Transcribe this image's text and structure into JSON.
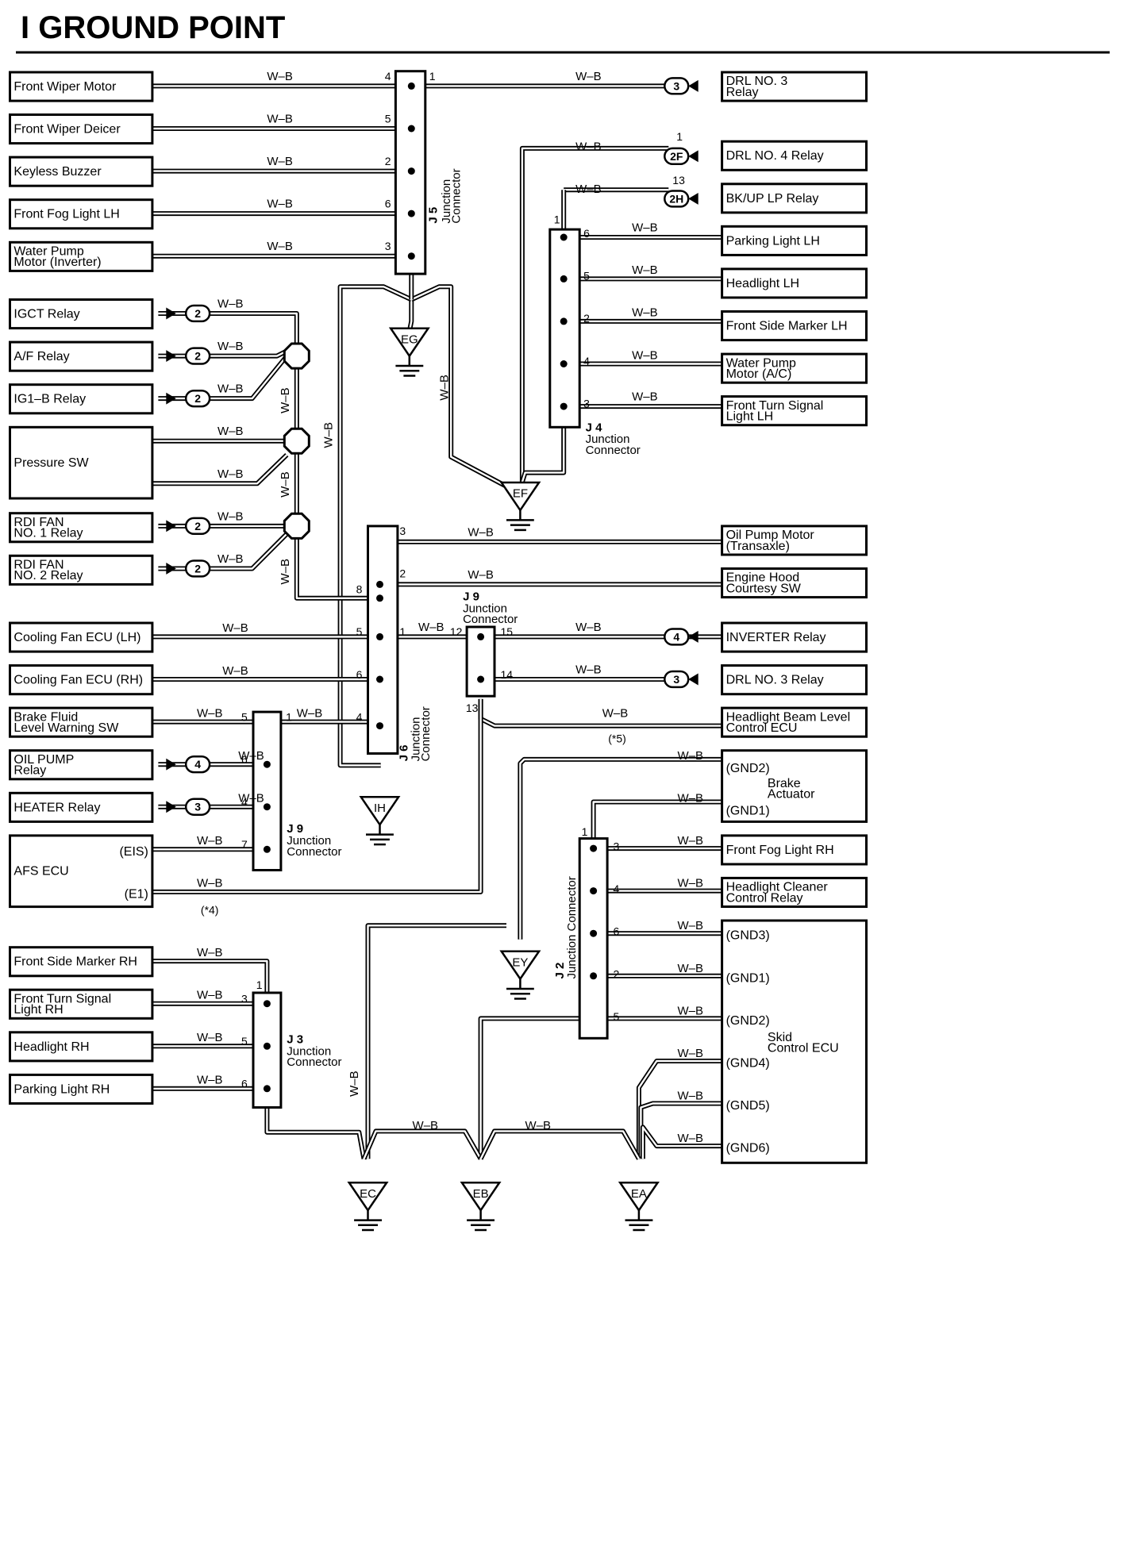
{
  "title": "I  GROUND POINT",
  "wire_color": "W–B",
  "left_components": [
    {
      "id": "front-wiper-motor",
      "lines": [
        "Front Wiper Motor"
      ]
    },
    {
      "id": "front-wiper-deicer",
      "lines": [
        "Front Wiper Deicer"
      ]
    },
    {
      "id": "keyless-buzzer",
      "lines": [
        "Keyless Buzzer"
      ]
    },
    {
      "id": "front-fog-light-lh",
      "lines": [
        "Front Fog Light LH"
      ]
    },
    {
      "id": "water-pump-motor-inverter",
      "lines": [
        "Water Pump",
        "Motor (Inverter)"
      ]
    },
    {
      "id": "igct-relay",
      "lines": [
        "IGCT Relay"
      ]
    },
    {
      "id": "af-relay",
      "lines": [
        "A/F Relay"
      ]
    },
    {
      "id": "ig1b-relay",
      "lines": [
        "IG1–B Relay"
      ]
    },
    {
      "id": "pressure-sw",
      "lines": [
        "Pressure SW"
      ]
    },
    {
      "id": "rdi-fan-no1-relay",
      "lines": [
        "RDI FAN",
        "NO. 1 Relay"
      ]
    },
    {
      "id": "rdi-fan-no2-relay",
      "lines": [
        "RDI FAN",
        "NO. 2 Relay"
      ]
    },
    {
      "id": "cooling-fan-ecu-lh",
      "lines": [
        "Cooling Fan ECU (LH)"
      ]
    },
    {
      "id": "cooling-fan-ecu-rh",
      "lines": [
        "Cooling Fan ECU (RH)"
      ]
    },
    {
      "id": "brake-fluid-level-warning-sw",
      "lines": [
        "Brake Fluid",
        "Level Warning SW"
      ]
    },
    {
      "id": "oil-pump-relay",
      "lines": [
        "OIL PUMP",
        "Relay"
      ]
    },
    {
      "id": "heater-relay",
      "lines": [
        "HEATER Relay"
      ]
    },
    {
      "id": "afs-ecu",
      "lines": [
        "AFS ECU"
      ],
      "terminals": [
        "(EIS)",
        "(E1)"
      ]
    },
    {
      "id": "front-side-marker-rh",
      "lines": [
        "Front Side Marker RH"
      ]
    },
    {
      "id": "front-turn-signal-light-rh",
      "lines": [
        "Front Turn Signal",
        "Light RH"
      ]
    },
    {
      "id": "headlight-rh",
      "lines": [
        "Headlight RH"
      ]
    },
    {
      "id": "parking-light-rh",
      "lines": [
        "Parking Light RH"
      ]
    }
  ],
  "right_components": [
    {
      "id": "drl-no3-relay-top",
      "lines": [
        "DRL NO. 3",
        "Relay"
      ]
    },
    {
      "id": "drl-no4-relay",
      "lines": [
        "DRL NO. 4 Relay"
      ]
    },
    {
      "id": "bkup-lp-relay",
      "lines": [
        "BK/UP LP Relay"
      ]
    },
    {
      "id": "parking-light-lh",
      "lines": [
        "Parking Light LH"
      ]
    },
    {
      "id": "headlight-lh",
      "lines": [
        "Headlight LH"
      ]
    },
    {
      "id": "front-side-marker-lh",
      "lines": [
        "Front Side Marker LH"
      ]
    },
    {
      "id": "water-pump-motor-ac",
      "lines": [
        "Water Pump",
        "Motor (A/C)"
      ]
    },
    {
      "id": "front-turn-signal-light-lh",
      "lines": [
        "Front Turn Signal",
        "Light LH"
      ]
    },
    {
      "id": "oil-pump-motor-transaxle",
      "lines": [
        "Oil Pump Motor",
        "(Transaxle)"
      ]
    },
    {
      "id": "engine-hood-courtesy-sw",
      "lines": [
        "Engine Hood",
        "Courtesy SW"
      ]
    },
    {
      "id": "inverter-relay",
      "lines": [
        "INVERTER Relay"
      ]
    },
    {
      "id": "drl-no3-relay-bottom",
      "lines": [
        "DRL NO. 3 Relay"
      ]
    },
    {
      "id": "headlight-beam-level-control-ecu",
      "lines": [
        "Headlight Beam Level",
        "Control ECU"
      ]
    },
    {
      "id": "brake-actuator",
      "lines": [
        "Brake",
        "Actuator"
      ],
      "terminals": [
        "(GND2)",
        "(GND1)"
      ]
    },
    {
      "id": "front-fog-light-rh",
      "lines": [
        "Front Fog Light RH"
      ]
    },
    {
      "id": "headlight-cleaner-control-relay",
      "lines": [
        "Headlight Cleaner",
        "Control Relay"
      ]
    },
    {
      "id": "skid-control-ecu",
      "lines": [
        "Skid",
        "Control ECU"
      ],
      "terminals": [
        "(GND3)",
        "(GND1)",
        "(GND2)",
        "(GND4)",
        "(GND5)",
        "(GND6)"
      ]
    }
  ],
  "junction_connectors": [
    {
      "id": "j5",
      "name": "J 5",
      "lines": [
        "Junction",
        "Connector"
      ]
    },
    {
      "id": "j4",
      "name": "J 4",
      "lines": [
        "Junction",
        "Connector"
      ]
    },
    {
      "id": "j6",
      "name": "J 6",
      "lines": [
        "Junction",
        "Connector"
      ]
    },
    {
      "id": "j9a",
      "name": "J 9",
      "lines": [
        "Junction",
        "Connector"
      ]
    },
    {
      "id": "j9b",
      "name": "J 9",
      "lines": [
        "Junction",
        "Connector"
      ]
    },
    {
      "id": "j3",
      "name": "J 3",
      "lines": [
        "Junction",
        "Connector"
      ]
    },
    {
      "id": "j2",
      "name": "J 2",
      "lines": [
        "Junction Connector"
      ]
    }
  ],
  "ground_points": [
    "EG",
    "EF",
    "IH",
    "EY",
    "EC",
    "EB",
    "EA"
  ],
  "connector_codes": [
    "3",
    "2F",
    "2H",
    "2",
    "4"
  ],
  "notes": [
    "(*5)",
    "(*4)"
  ]
}
